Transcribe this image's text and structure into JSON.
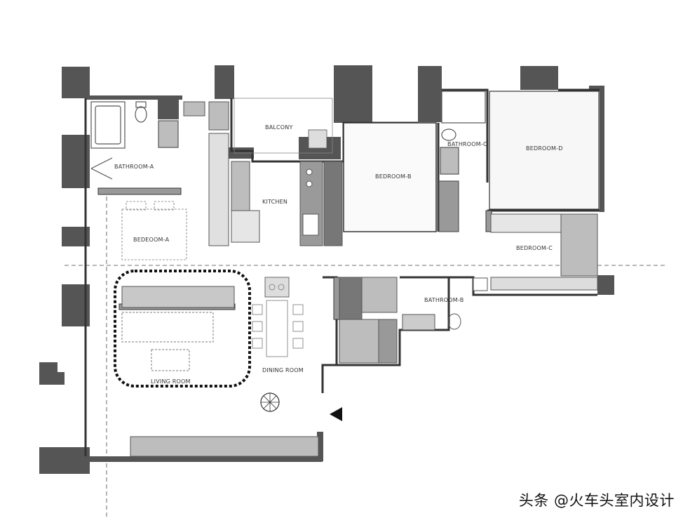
{
  "rooms": {
    "bathroom_a": "BATHROOM-A",
    "balcony": "BALCONY",
    "kitchen": "KITCHEN",
    "bedroom_b": "BEDROOM-B",
    "bathroom_c": "BATHROOM-C",
    "bedroom_d": "BEDROOM-D",
    "bedroom_a": "BEDEOOM-A",
    "bedroom_c": "BEDROOM-C",
    "bathroom_b": "BATHROOM-B",
    "living_room": "LIVING ROOM",
    "dining_room": "DINING ROOM"
  },
  "watermark": "头条 @火车头室内设计",
  "colors": {
    "wall": "#555555",
    "light_gray": "#bdbdbd",
    "mid_gray": "#999999",
    "line": "#333333"
  }
}
